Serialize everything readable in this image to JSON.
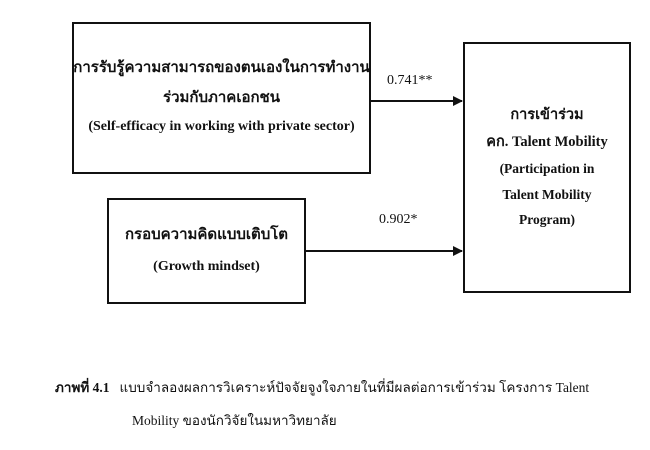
{
  "boxes": {
    "self_efficacy": {
      "line1": "การรับรู้ความสามารถของตนเองในการทำงาน",
      "line2": "ร่วมกับภาคเอกชน",
      "line3": "(Self-efficacy in working with private sector)"
    },
    "growth_mindset": {
      "line1": "กรอบความคิดแบบเติบโต",
      "line2": "(Growth mindset)"
    },
    "participation": {
      "line1": "การเข้าร่วม",
      "line2": "คก. Talent Mobility",
      "line3": "(Participation in",
      "line4": "Talent Mobility",
      "line5": "Program)"
    }
  },
  "coefficients": {
    "self_efficacy": "0.741**",
    "growth_mindset": "0.902*"
  },
  "caption": {
    "label": "ภาพที่ 4.1",
    "text_line1": "แบบจำลองผลการวิเคราะห์ปัจจัยจูงใจภายในที่มีผลต่อการเข้าร่วม โครงการ Talent",
    "text_line2": "Mobility ของนักวิจัยในมหาวิทยาลัย"
  }
}
